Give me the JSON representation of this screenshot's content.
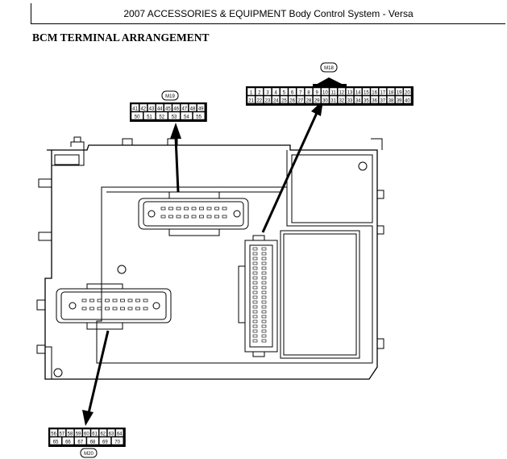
{
  "header": {
    "title": "2007 ACCESSORIES & EQUIPMENT Body Control System - Versa"
  },
  "section_title": "BCM TERMINAL ARRANGEMENT",
  "connectors": {
    "m18": {
      "label": "M18",
      "row1": [
        "1",
        "2",
        "3",
        "4",
        "5",
        "6",
        "7",
        "8",
        "9",
        "10",
        "11",
        "12",
        "13",
        "14",
        "15",
        "16",
        "17",
        "18",
        "19",
        "20"
      ],
      "row2": [
        "21",
        "22",
        "23",
        "24",
        "25",
        "26",
        "27",
        "28",
        "29",
        "30",
        "31",
        "32",
        "33",
        "34",
        "35",
        "36",
        "37",
        "38",
        "39",
        "40"
      ]
    },
    "m19": {
      "label": "M19",
      "row1": [
        "41",
        "42",
        "43",
        "44",
        "45",
        "46",
        "47",
        "48",
        "49"
      ],
      "row2": [
        "50",
        "51",
        "52",
        "53",
        "54",
        "55"
      ]
    },
    "m20": {
      "label": "M20",
      "row1": [
        "56",
        "57",
        "58",
        "59",
        "60",
        "61",
        "62",
        "63",
        "64"
      ],
      "row2": [
        "65",
        "66",
        "67",
        "68",
        "69",
        "70"
      ]
    }
  }
}
